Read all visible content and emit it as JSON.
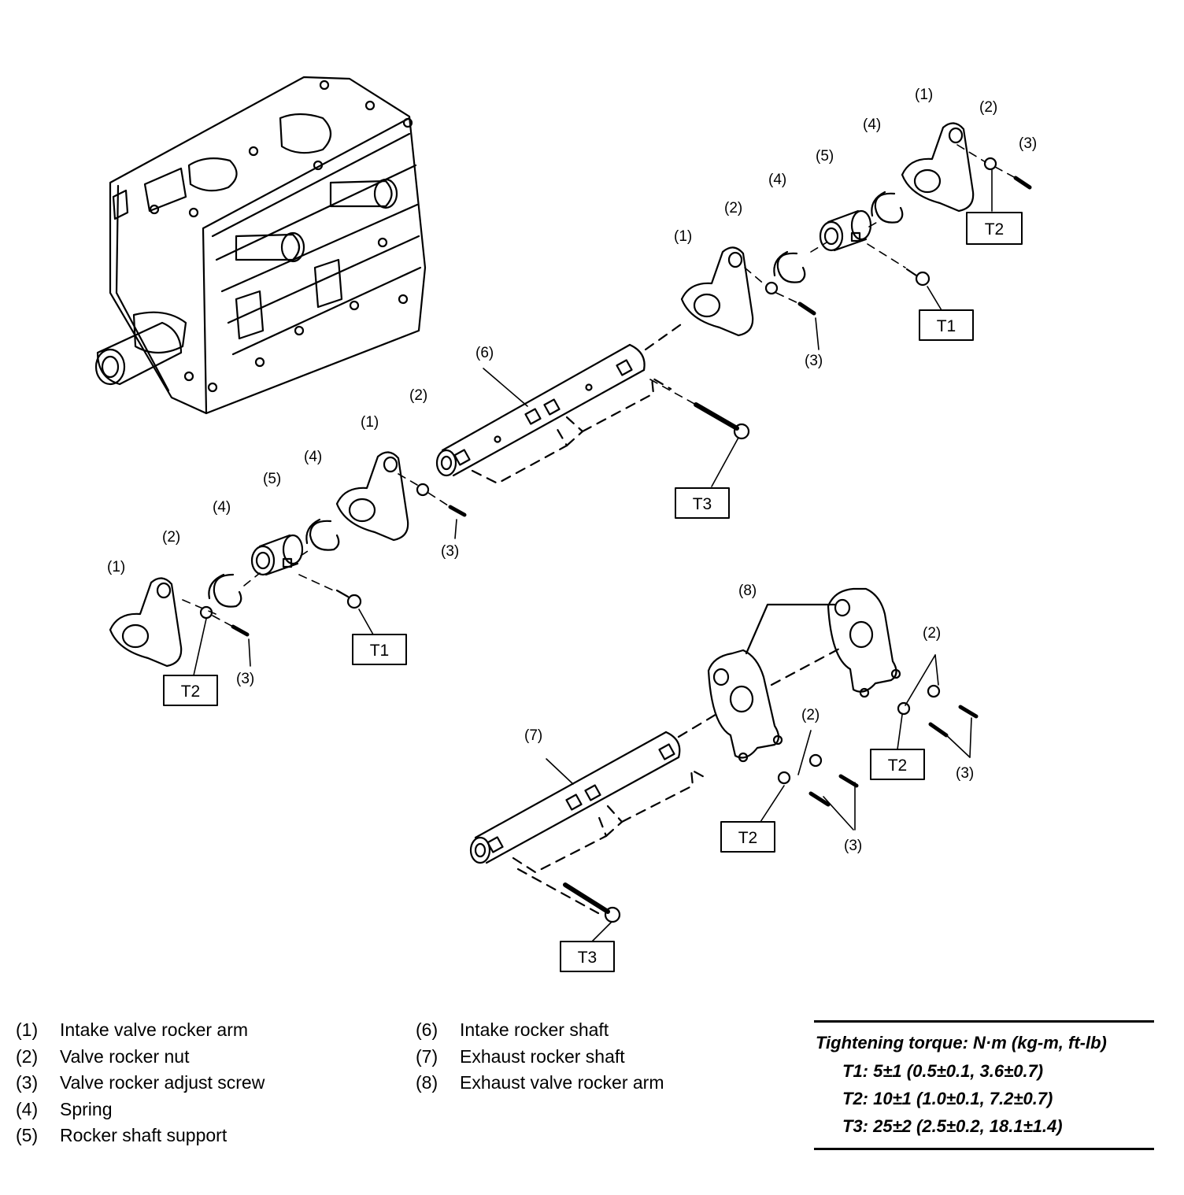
{
  "labels": {
    "p1": "(1)",
    "p2": "(2)",
    "p3": "(3)",
    "p4": "(4)",
    "p5": "(5)",
    "p6": "(6)",
    "p7": "(7)",
    "p8": "(8)"
  },
  "torque_boxes": {
    "t1": "T1",
    "t2": "T2",
    "t3": "T3"
  },
  "legend": [
    {
      "num": "(1)",
      "text": "Intake valve rocker arm"
    },
    {
      "num": "(2)",
      "text": "Valve rocker nut"
    },
    {
      "num": "(3)",
      "text": "Valve rocker adjust screw"
    },
    {
      "num": "(4)",
      "text": "Spring"
    },
    {
      "num": "(5)",
      "text": "Rocker shaft support"
    },
    {
      "num": "(6)",
      "text": "Intake rocker shaft"
    },
    {
      "num": "(7)",
      "text": "Exhaust rocker shaft"
    },
    {
      "num": "(8)",
      "text": "Exhaust valve rocker arm"
    }
  ],
  "torque": {
    "title": "Tightening torque: N·m (kg-m, ft-lb)",
    "items": [
      "T1: 5±1 (0.5±0.1, 3.6±0.7)",
      "T2: 10±1 (1.0±0.1, 7.2±0.7)",
      "T3: 25±2 (2.5±0.2, 18.1±1.4)"
    ]
  }
}
